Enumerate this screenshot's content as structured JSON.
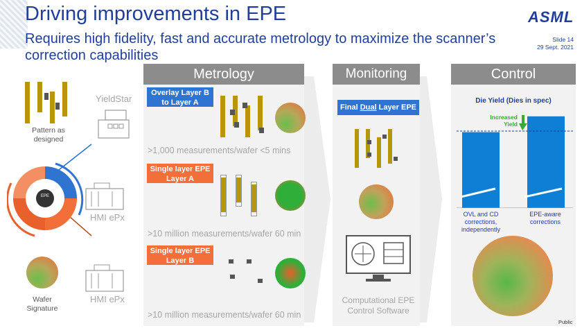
{
  "header": {
    "title": "Driving improvements in EPE",
    "subtitle": "Requires high fidelity, fast and accurate metrology to maximize the scanner’s correction capabilities",
    "logo": "ASML",
    "slide_number": "Slide 14",
    "date": "29 Sept. 2021",
    "classification": "Public"
  },
  "left": {
    "pattern_label": "Pattern as designed",
    "wafer_label": "Wafer Signature",
    "yieldstar_label": "YieldStar",
    "hmi1_label": "HMI ePx",
    "hmi2_label": "HMI ePx",
    "cycle_center": "EPE"
  },
  "metrology": {
    "header": "Metrology",
    "overlay_label": "Overlay Layer B to Layer A",
    "overlay_meas": ">1,000 measurements/wafer <5 mins",
    "epe_a_label": "Single layer EPE Layer A",
    "epe_a_meas": ">10 million measurements/wafer 60 min",
    "epe_b_label": "Single layer EPE Layer B",
    "epe_b_meas": ">10 million measurements/wafer 60 min"
  },
  "monitoring": {
    "header": "Monitoring",
    "label_pre": "Final ",
    "label_underlined": "Dual",
    "label_post": " Layer EPE",
    "software_label": "Computational EPE Control Software"
  },
  "control": {
    "header": "Control",
    "chart_title": "Die Yield (Dies in spec)",
    "increase_label": "Increased Yield"
  },
  "chart_data": {
    "type": "bar",
    "title": "Die Yield (Dies in spec)",
    "categories": [
      "OVL and CD corrections, independently",
      "EPE-aware corrections"
    ],
    "values": [
      0.72,
      0.87
    ],
    "colors": [
      "#0f7fd6",
      "#0f7fd6"
    ],
    "annotation": "Increased Yield"
  },
  "colors": {
    "title_blue": "#1f3f9a",
    "label_blue": "#2f74d0",
    "label_orange": "#f26f3a",
    "gold": "#b8960c",
    "green": "#3aaa35",
    "bar_blue": "#0f7fd6"
  }
}
